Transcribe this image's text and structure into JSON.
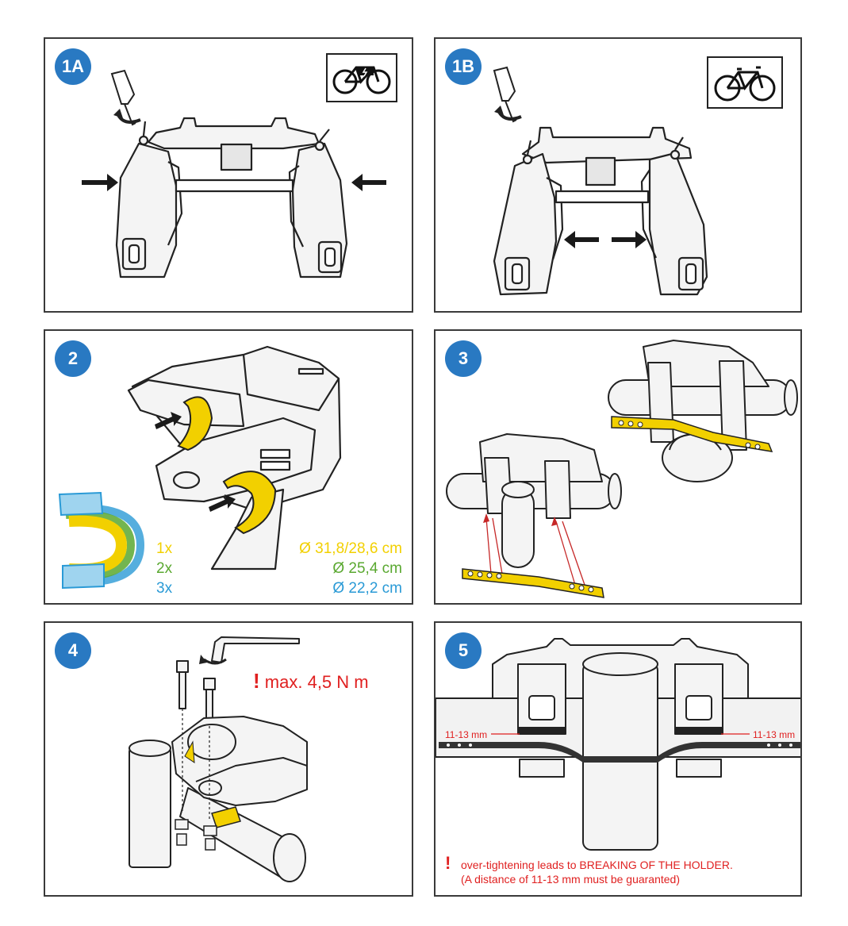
{
  "steps": [
    {
      "label": "1A"
    },
    {
      "label": "1B"
    },
    {
      "label": "2"
    },
    {
      "label": "3"
    },
    {
      "label": "4"
    },
    {
      "label": "5"
    }
  ],
  "panel_1a": {
    "bike_icon": "e-bike-icon"
  },
  "panel_1b": {
    "bike_icon": "bike-icon"
  },
  "panel_2": {
    "sizes": [
      {
        "count": "1x",
        "diameter": "Ø 31,8/28,6 cm",
        "color": "#f2d000"
      },
      {
        "count": "2x",
        "diameter": "Ø 25,4 cm",
        "color": "#5aa830"
      },
      {
        "count": "3x",
        "diameter": "Ø 22,2 cm",
        "color": "#2a9ad6"
      }
    ]
  },
  "panel_4": {
    "torque": "max. 4,5 N m",
    "warning_icon": "exclamation-icon"
  },
  "panel_5": {
    "gap_left": "11-13 mm",
    "gap_right": "11-13 mm",
    "warning_line1": "over-tightening leads to BREAKING OF THE HOLDER.",
    "warning_line2": "(A distance of 11-13 mm must be guaranted)"
  },
  "colors": {
    "badge": "#2979c2",
    "warning": "#e02020",
    "shim_yellow": "#f2d000"
  }
}
